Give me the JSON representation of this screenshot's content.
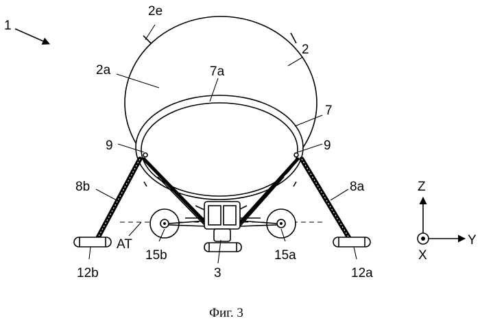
{
  "figure": {
    "caption": "Фиг. 3",
    "labels": {
      "assembly": "1",
      "top_marker": "2e",
      "envelope": "2",
      "envelope_side": "2a",
      "ring_top": "7a",
      "ring": "7",
      "joint_left": "9",
      "joint_right": "9",
      "leg_left": "8b",
      "leg_right": "8a",
      "axis_line": "AT",
      "rotor_left": "15b",
      "rotor_right": "15a",
      "gondola": "3",
      "skid_left": "12b",
      "skid_right": "12a"
    },
    "axes": {
      "z": "Z",
      "y": "Y",
      "x": "X"
    }
  }
}
